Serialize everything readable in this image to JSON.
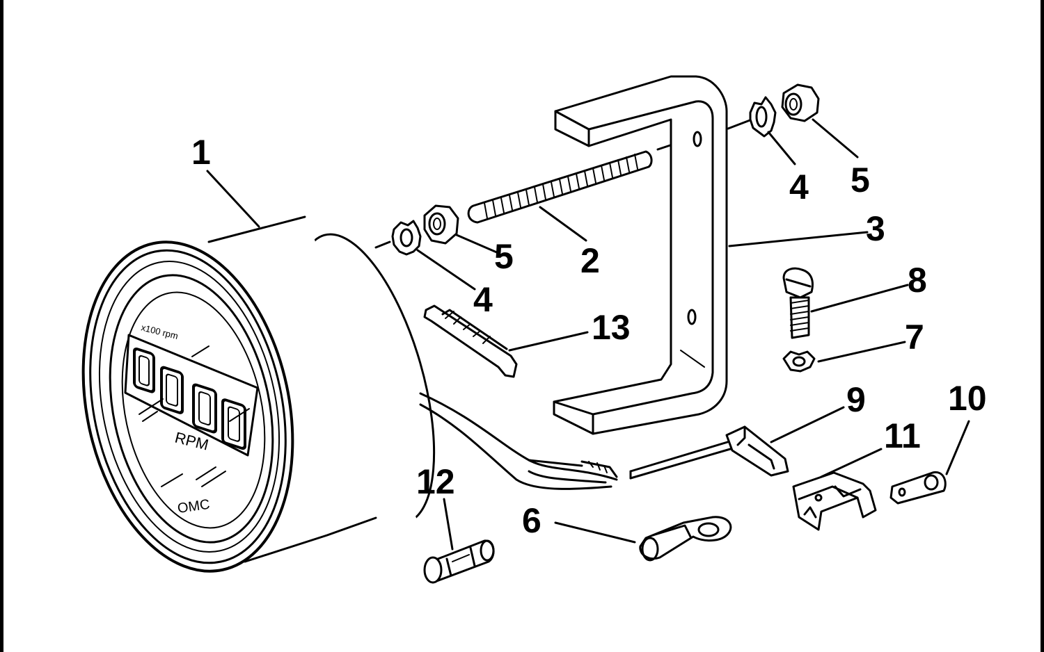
{
  "gauge": {
    "unit_label": "RPM",
    "brand_label": "OMC",
    "scale_label": "x100 rpm"
  },
  "callouts": [
    {
      "id": "1",
      "label": "1"
    },
    {
      "id": "2",
      "label": "2"
    },
    {
      "id": "3",
      "label": "3"
    },
    {
      "id": "4a",
      "label": "4"
    },
    {
      "id": "4b",
      "label": "4"
    },
    {
      "id": "5a",
      "label": "5"
    },
    {
      "id": "5b",
      "label": "5"
    },
    {
      "id": "6",
      "label": "6"
    },
    {
      "id": "7",
      "label": "7"
    },
    {
      "id": "8",
      "label": "8"
    },
    {
      "id": "9",
      "label": "9"
    },
    {
      "id": "10",
      "label": "10"
    },
    {
      "id": "11",
      "label": "11"
    },
    {
      "id": "12",
      "label": "12"
    },
    {
      "id": "13",
      "label": "13"
    }
  ]
}
